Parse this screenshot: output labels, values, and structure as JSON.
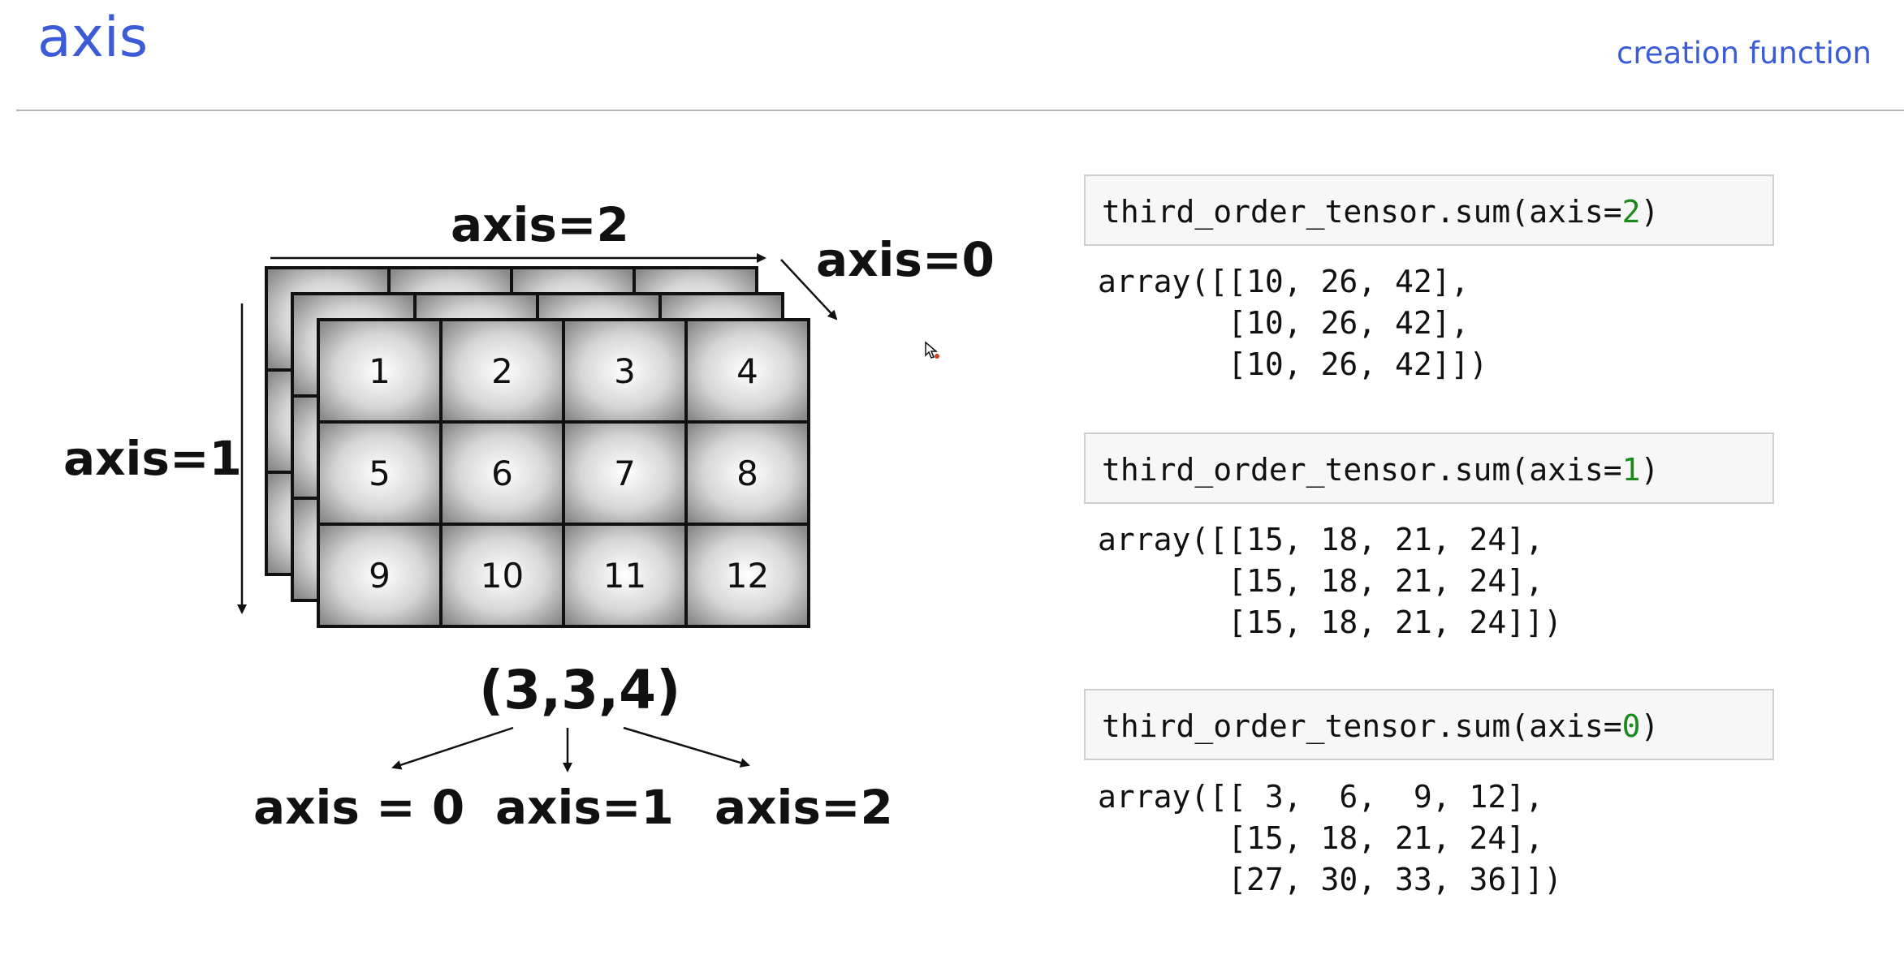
{
  "header": {
    "title": "axis",
    "subtitle": "creation function"
  },
  "diagram": {
    "cells": [
      "1",
      "2",
      "3",
      "4",
      "5",
      "6",
      "7",
      "8",
      "9",
      "10",
      "11",
      "12"
    ],
    "labels": {
      "axis_top": "axis=2",
      "axis_side": "axis=1",
      "axis_depth": "axis=0",
      "shape": "(3,3,4)",
      "bottom_left": "axis = 0",
      "bottom_mid": "axis=1",
      "bottom_right": "axis=2"
    }
  },
  "code": [
    {
      "prefix": "third_order_tensor.sum(axis=",
      "arg": "2",
      "suffix": ")",
      "output": [
        "array([[10, 26, 42],",
        "       [10, 26, 42],",
        "       [10, 26, 42]])"
      ]
    },
    {
      "prefix": "third_order_tensor.sum(axis=",
      "arg": "1",
      "suffix": ")",
      "output": [
        "array([[15, 18, 21, 24],",
        "       [15, 18, 21, 24],",
        "       [15, 18, 21, 24]])"
      ]
    },
    {
      "prefix": "third_order_tensor.sum(axis=",
      "arg": "0",
      "suffix": ")",
      "output": [
        "array([[ 3,  6,  9, 12],",
        "       [15, 18, 21, 24],",
        "       [27, 30, 33, 36]])"
      ]
    }
  ],
  "colors": {
    "accent": "#3c5bd6",
    "code_number": "#1a8a1a"
  }
}
